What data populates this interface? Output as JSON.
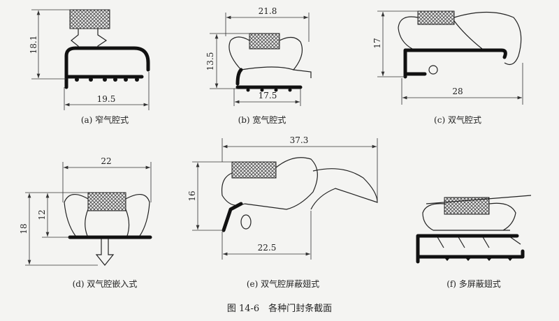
{
  "figure_caption": "图 14-6　各种门封条截面",
  "panels": [
    {
      "caption": "(a) 窄气腔式",
      "dims": [
        "18.1",
        "19.5"
      ]
    },
    {
      "caption": "(b) 宽气腔式",
      "dims": [
        "21.8",
        "13.5",
        "17.5"
      ]
    },
    {
      "caption": "(c) 双气腔式",
      "dims": [
        "17",
        "28"
      ]
    },
    {
      "caption": "(d) 双气腔嵌入式",
      "dims": [
        "22",
        "18",
        "12"
      ]
    },
    {
      "caption": "(e) 双气腔屏蔽翅式",
      "dims": [
        "37.3",
        "16",
        "22.5"
      ]
    },
    {
      "caption": "(f) 多屏蔽翅式",
      "dims": []
    }
  ]
}
